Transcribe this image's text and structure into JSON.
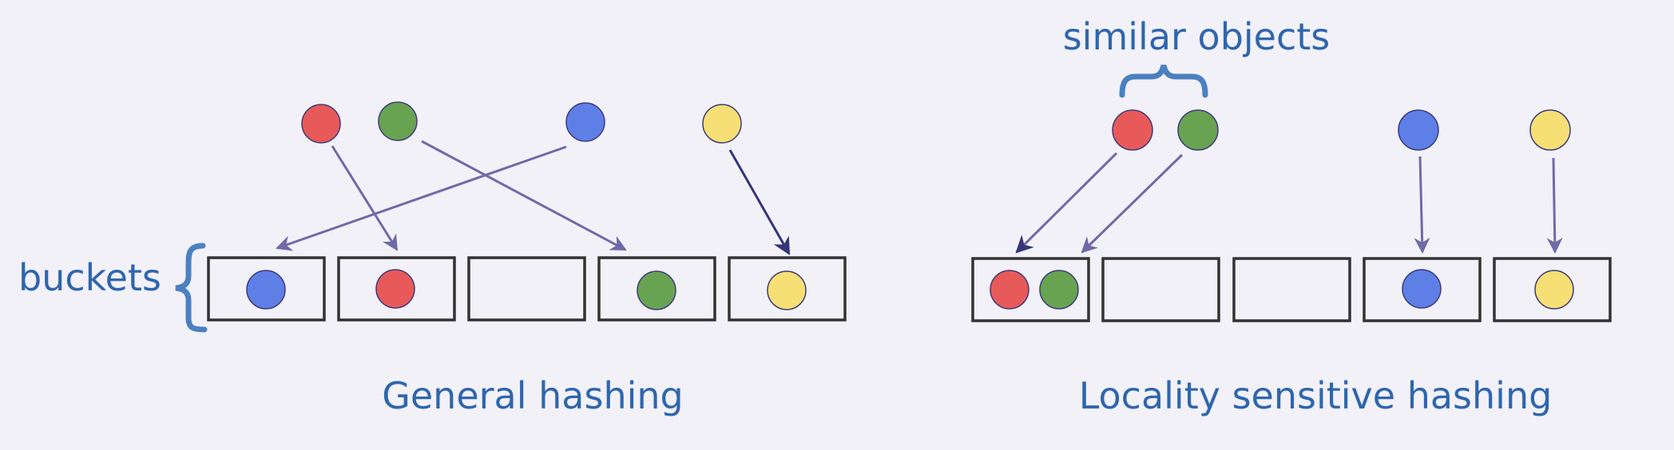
{
  "colors": {
    "background": "#f2f1f8",
    "label": "#2f66ad",
    "brace": "#4b80c0",
    "bucket_stroke": "#333333",
    "arrow": "#6f6aa6",
    "arrow_dark": "#35347a",
    "ball_outline": "#3d3a7a",
    "red": "#e85a5a",
    "green": "#68a352",
    "blue": "#5e7fe6",
    "yellow": "#f6df74"
  },
  "labels": {
    "buckets": "buckets",
    "similar_objects": "similar objects",
    "general_hashing": "General hashing",
    "lsh": "Locality sensitive hashing"
  },
  "general_hashing": {
    "input_objects": [
      "red",
      "green",
      "blue",
      "yellow"
    ],
    "bucket_contents": [
      [
        "blue"
      ],
      [
        "red"
      ],
      [],
      [
        "green"
      ],
      [
        "yellow"
      ]
    ]
  },
  "locality_sensitive_hashing": {
    "input_objects": [
      "red",
      "green",
      "blue",
      "yellow"
    ],
    "similar_group": [
      "red",
      "green"
    ],
    "bucket_contents": [
      [
        "red",
        "green"
      ],
      [],
      [],
      [
        "blue"
      ],
      [
        "yellow"
      ]
    ]
  }
}
